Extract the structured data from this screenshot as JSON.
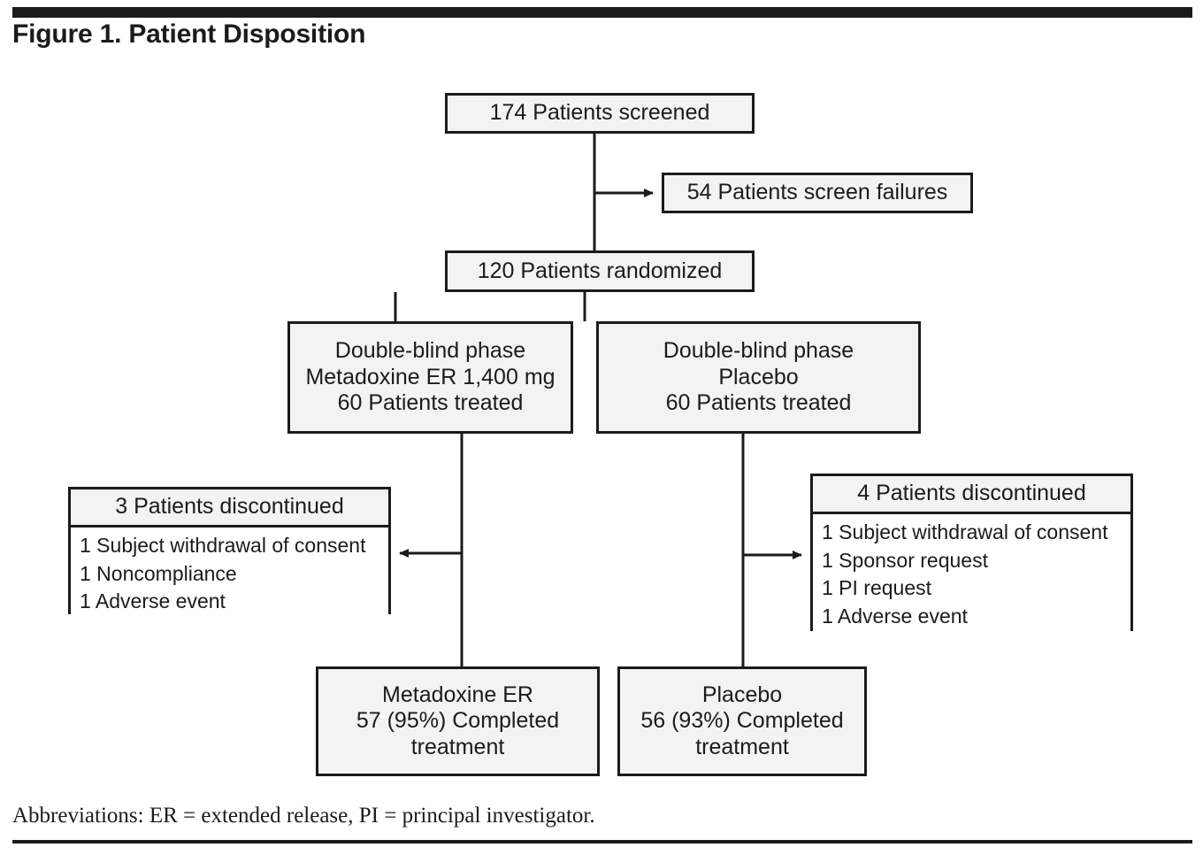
{
  "figure": {
    "title": "Figure 1. Patient Disposition",
    "footnote": "Abbreviations: ER = extended release, PI = principal investigator."
  },
  "nodes": {
    "screened": {
      "line1": "174 Patients screened"
    },
    "screen_failures": {
      "line1": "54 Patients screen failures"
    },
    "randomized": {
      "line1": "120 Patients randomized"
    },
    "arm_active": {
      "line1": "Double-blind phase",
      "line2": "Metadoxine ER 1,400 mg",
      "line3": "60 Patients treated"
    },
    "arm_placebo": {
      "line1": "Double-blind phase",
      "line2": "Placebo",
      "line3": "60 Patients treated"
    },
    "disc_active": {
      "header": "3 Patients discontinued",
      "reason1": "1 Subject withdrawal of consent",
      "reason2": "1 Noncompliance",
      "reason3": "1 Adverse event"
    },
    "disc_placebo": {
      "header": "4 Patients discontinued",
      "reason1": "1 Subject withdrawal of consent",
      "reason2": "1 Sponsor request",
      "reason3": "1 PI request",
      "reason4": "1 Adverse event"
    },
    "completed_active": {
      "line1": "Metadoxine ER",
      "line2": "57 (95%) Completed",
      "line3": "treatment"
    },
    "completed_placebo": {
      "line1": "Placebo",
      "line2": "56 (93%) Completed",
      "line3": "treatment"
    }
  },
  "chart_data": {
    "type": "diagram",
    "title": "Figure 1. Patient Disposition",
    "diagram_kind": "CONSORT patient disposition flowchart",
    "flow": [
      {
        "id": "screened",
        "label": "174 Patients screened",
        "value": 174
      },
      {
        "id": "screen_failures",
        "label": "54 Patients screen failures",
        "value": 54
      },
      {
        "id": "randomized",
        "label": "120 Patients randomized",
        "value": 120
      },
      {
        "id": "arm_active",
        "label": "Double-blind phase / Metadoxine ER 1,400 mg / 60 Patients treated",
        "value": 60
      },
      {
        "id": "arm_placebo",
        "label": "Double-blind phase / Placebo / 60 Patients treated",
        "value": 60
      },
      {
        "id": "disc_active",
        "label": "3 Patients discontinued",
        "value": 3,
        "reasons": [
          "1 Subject withdrawal of consent",
          "1 Noncompliance",
          "1 Adverse event"
        ]
      },
      {
        "id": "disc_placebo",
        "label": "4 Patients discontinued",
        "value": 4,
        "reasons": [
          "1 Subject withdrawal of consent",
          "1 Sponsor request",
          "1 PI request",
          "1 Adverse event"
        ]
      },
      {
        "id": "completed_active",
        "label": "Metadoxine ER 57 (95%) Completed treatment",
        "value": 57,
        "percent": 95
      },
      {
        "id": "completed_placebo",
        "label": "Placebo 56 (93%) Completed treatment",
        "value": 56,
        "percent": 93
      }
    ],
    "edges": [
      {
        "from": "screened",
        "to": "screen_failures",
        "arrow": true
      },
      {
        "from": "screened",
        "to": "randomized",
        "arrow": false
      },
      {
        "from": "randomized",
        "to": "arm_active",
        "arrow": false
      },
      {
        "from": "randomized",
        "to": "arm_placebo",
        "arrow": false
      },
      {
        "from": "arm_active",
        "to": "disc_active",
        "arrow": true
      },
      {
        "from": "arm_placebo",
        "to": "disc_placebo",
        "arrow": true
      },
      {
        "from": "arm_active",
        "to": "completed_active",
        "arrow": false
      },
      {
        "from": "arm_placebo",
        "to": "completed_placebo",
        "arrow": false
      }
    ],
    "colors": {
      "box_fill": "#f3f3f3",
      "box_stroke": "#1b1b1b",
      "body_fill": "#ffffff",
      "rule": "#1b1b1b"
    }
  }
}
